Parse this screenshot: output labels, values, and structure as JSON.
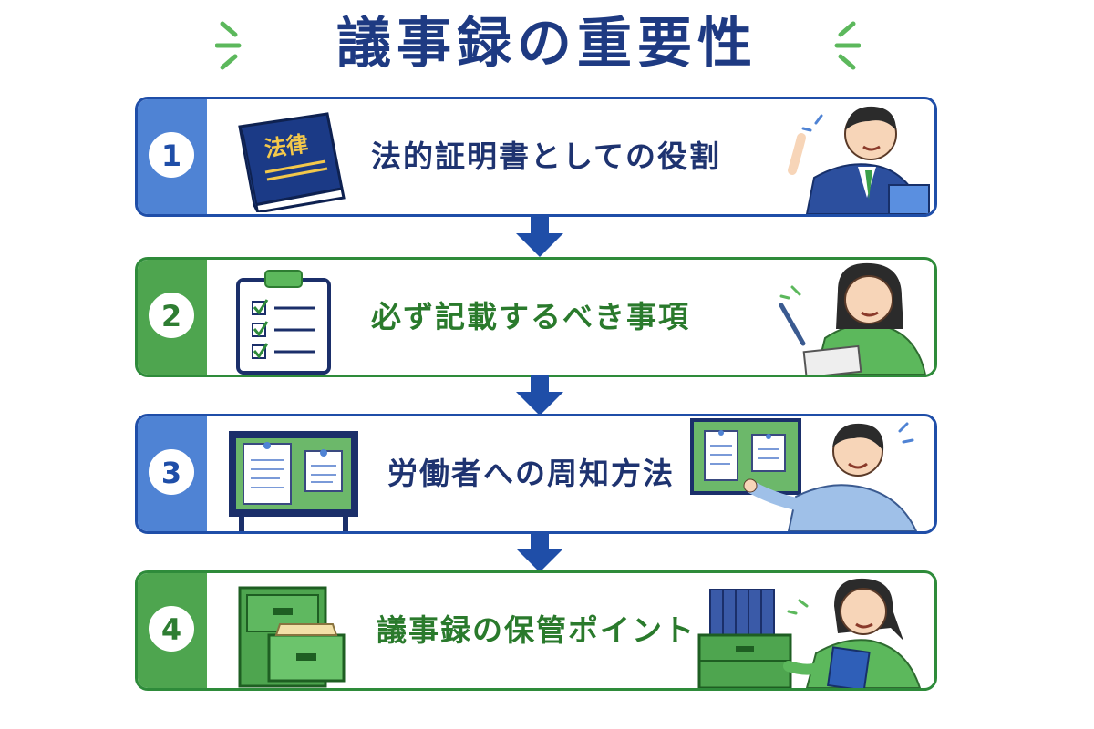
{
  "title": "議事録の重要性",
  "colors": {
    "title": "#1e3a82",
    "blue_accent": "#4f83d4",
    "green_accent": "#4ea54f",
    "arrow": "#1f4ea8"
  },
  "steps": [
    {
      "number": "1",
      "label": "法的証明書としての役割",
      "theme": "blue",
      "icon": "law-book-icon",
      "book_title": "法律"
    },
    {
      "number": "2",
      "label": "必ず記載するべき事項",
      "theme": "green",
      "icon": "checklist-clipboard-icon"
    },
    {
      "number": "3",
      "label": "労働者への周知方法",
      "theme": "blue",
      "icon": "bulletin-board-icon"
    },
    {
      "number": "4",
      "label": "議事録の保管ポイント",
      "theme": "green",
      "icon": "filing-cabinet-icon"
    }
  ]
}
